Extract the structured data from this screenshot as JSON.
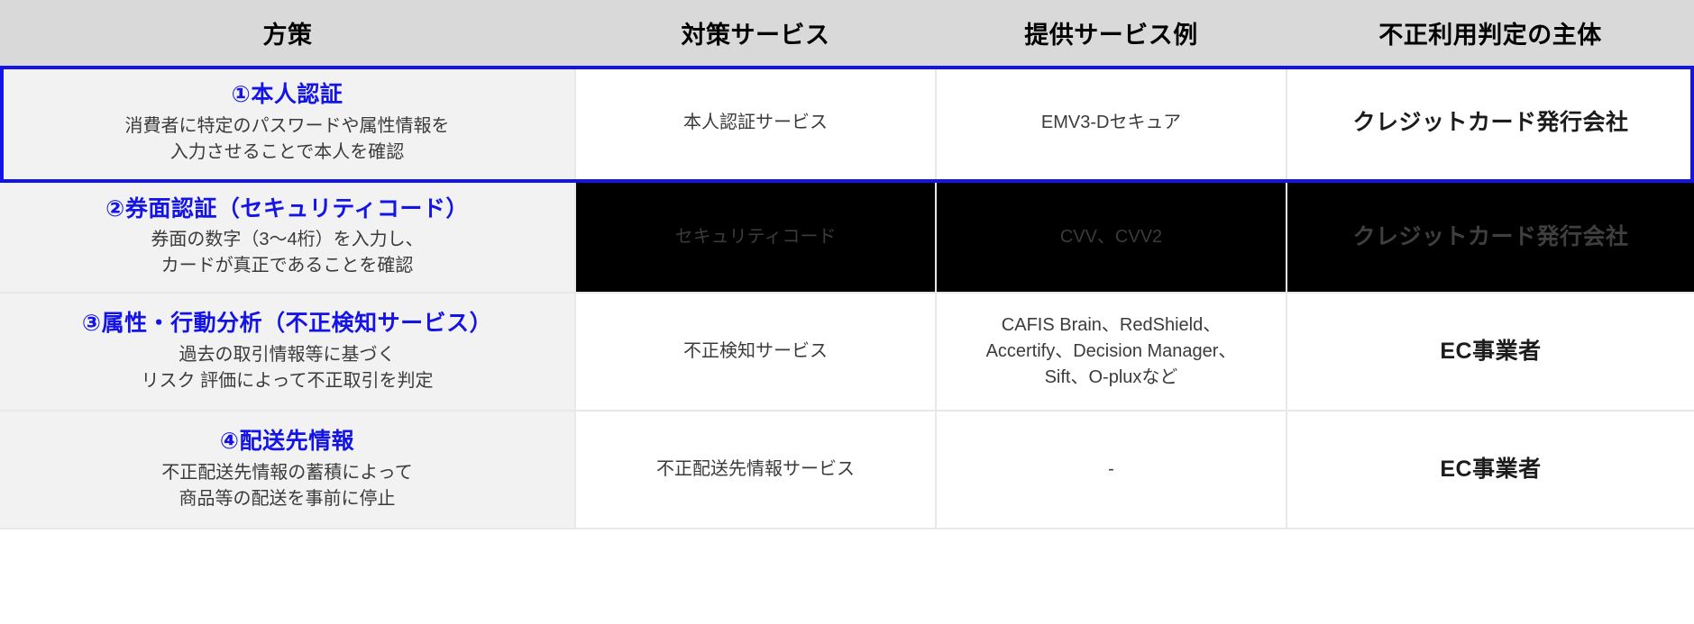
{
  "table": {
    "headers": [
      "方策",
      "対策サービス",
      "提供サービス例",
      "不正利用判定の主体"
    ],
    "rows": [
      {
        "policy_title": "①本人認証",
        "policy_desc_line1": "消費者に特定のパスワードや属性情報を",
        "policy_desc_line2": "入力させることで本人を確認",
        "service": "本人認証サービス",
        "example_line1": "EMV3-Dセキュア",
        "example_line2": "",
        "example_line3": "",
        "judger": "クレジットカード発行会社",
        "redacted": false,
        "highlighted": true
      },
      {
        "policy_title": "②券面認証（セキュリティコード）",
        "policy_desc_line1": "券面の数字（3〜4桁）を入力し、",
        "policy_desc_line2": "カードが真正であることを確認",
        "service": "セキュリティコード",
        "example_line1": "CVV、CVV2",
        "example_line2": "",
        "example_line3": "",
        "judger": "クレジットカード発行会社",
        "redacted": true,
        "highlighted": false
      },
      {
        "policy_title": "③属性・行動分析（不正検知サービス）",
        "policy_desc_line1": "過去の取引情報等に基づく",
        "policy_desc_line2": "リスク 評価によって不正取引を判定",
        "service": "不正検知サービス",
        "example_line1": "CAFIS Brain、RedShield、",
        "example_line2": "Accertify、Decision Manager、",
        "example_line3": "Sift、O-pluxなど",
        "judger": "EC事業者",
        "redacted": false,
        "highlighted": false
      },
      {
        "policy_title": "④配送先情報",
        "policy_desc_line1": "不正配送先情報の蓄積によって",
        "policy_desc_line2": "商品等の配送を事前に停止",
        "service": "不正配送先情報サービス",
        "example_line1": "-",
        "example_line2": "",
        "example_line3": "",
        "judger": "EC事業者",
        "redacted": false,
        "highlighted": false
      }
    ]
  },
  "colors": {
    "header_bg": "#d9d9d9",
    "policy_accent": "#1414e6",
    "highlight_border": "#1414e6",
    "redacted_bg": "#000000",
    "redacted_text": "#3a3a3a",
    "row_bg": "#f2f2f2",
    "body_text": "#3b3b3b"
  }
}
